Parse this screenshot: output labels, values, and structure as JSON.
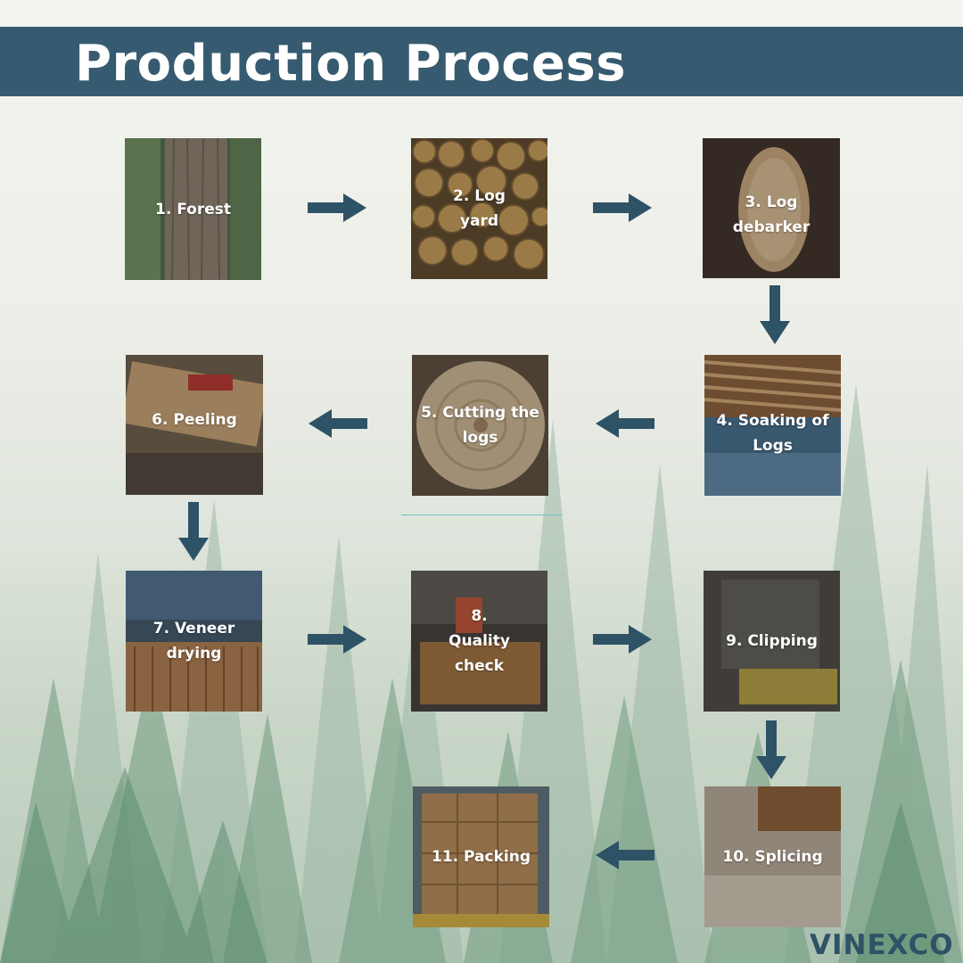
{
  "header": {
    "title": "Production Process"
  },
  "steps": [
    {
      "label": "1. Forest"
    },
    {
      "label": "2. Log yard"
    },
    {
      "label": "3. Log debarker"
    },
    {
      "label": "4. Soaking of Logs"
    },
    {
      "label": "5. Cutting the logs"
    },
    {
      "label": "6. Peeling"
    },
    {
      "label": "7. Veneer drying"
    },
    {
      "label": "8. Quality check"
    },
    {
      "label": "9. Clipping"
    },
    {
      "label": "10. Splicing"
    },
    {
      "label": "11. Packing"
    }
  ],
  "logo": {
    "text": "VINEXCO"
  },
  "colors": {
    "header_bg": "#365b70",
    "arrow": "#2e5266",
    "divider": "#6fc3c5"
  },
  "icons": {
    "arrow": "arrow-icon"
  }
}
